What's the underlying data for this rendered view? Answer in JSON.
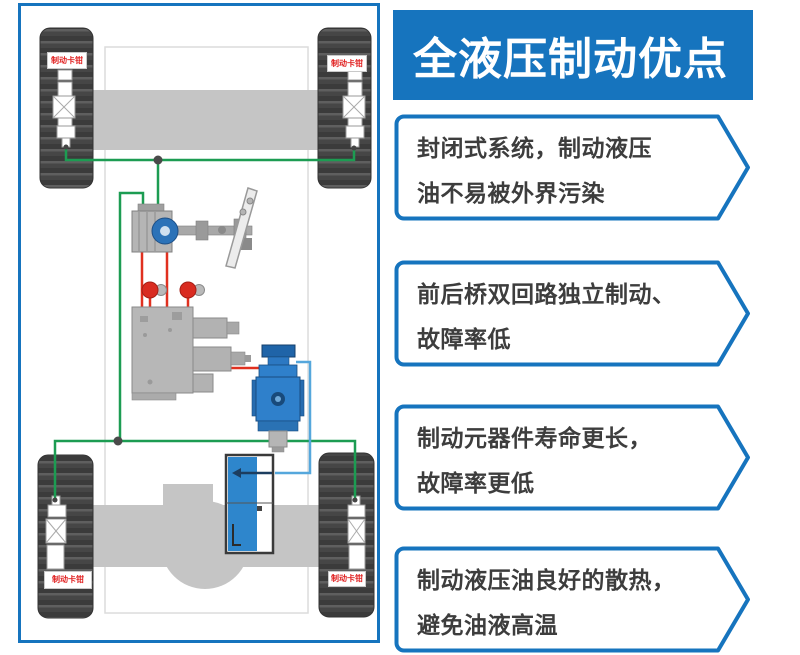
{
  "title": "全液压制动优点",
  "colors": {
    "accent": "#1674BE",
    "text_dark": "#3D3D3D",
    "label_red": "#E02020",
    "line_green": "#1C9C52",
    "line_red": "#E0301F",
    "line_blue": "#55A7DC",
    "component_blue": "#2F80CB",
    "chassis_gray": "#C5C5C5"
  },
  "callouts": [
    {
      "line1": "封闭式系统，制动液压",
      "line2": "油不易被外界污染"
    },
    {
      "line1": "前后桥双回路独立制动、",
      "line2": "故障率低"
    },
    {
      "line1": "制动元器件寿命更长，",
      "line2": "故障率更低"
    },
    {
      "line1": "制动液压油良好的散热，",
      "line2": "避免油液高温"
    }
  ],
  "diagram": {
    "wheel_labels": {
      "front_left": "制动卡钳",
      "front_right": "制动卡钳",
      "rear_left": "制动卡钳",
      "rear_right": "制动卡钳"
    }
  }
}
